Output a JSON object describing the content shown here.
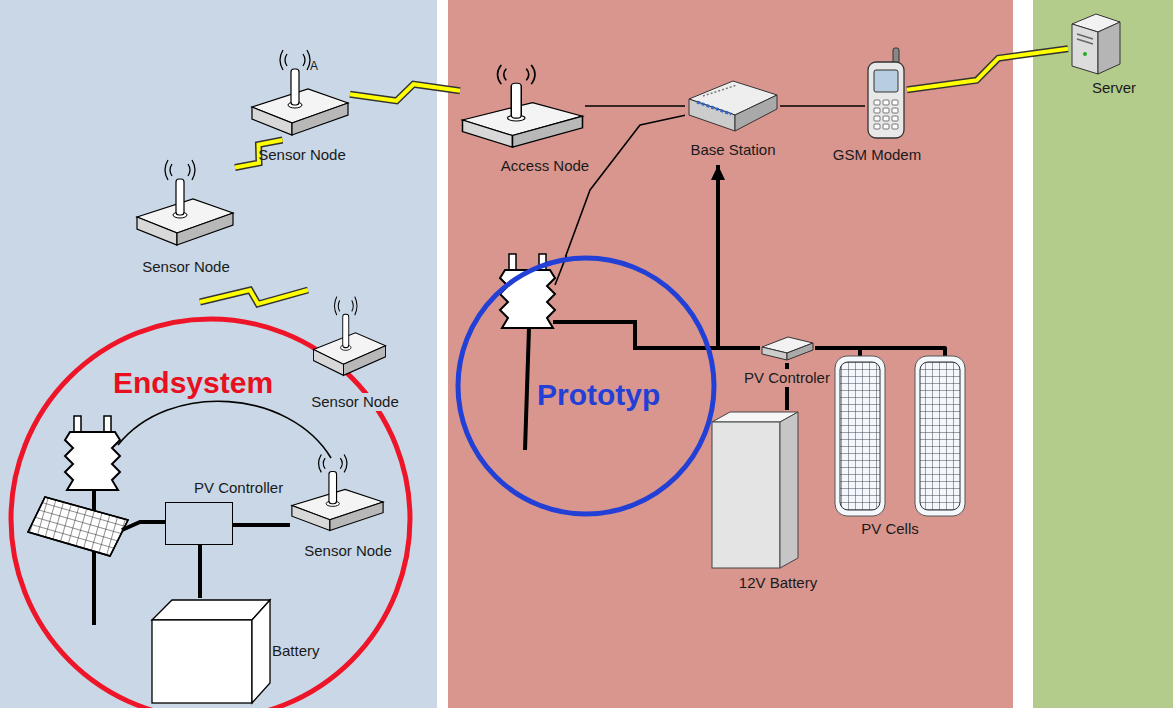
{
  "diagram": {
    "nodes": [
      {
        "text": [
          "A",
          "Sensor Node"
        ]
      },
      {
        "text": [
          "Sensor Node"
        ]
      },
      {
        "text": [
          "Sensor Node"
        ]
      },
      {
        "text": [
          "Endsystem"
        ]
      },
      {
        "text": [
          "PV Controller"
        ],
        "in": 3
      },
      {
        "text": [
          "Sensor Node"
        ],
        "in": 3
      },
      {
        "text": [
          "Battery"
        ],
        "in": 3
      },
      {
        "text": [
          "Access Node"
        ]
      },
      {
        "text": [
          "Base Station"
        ]
      },
      {
        "text": [
          "GSM Modem"
        ]
      },
      {
        "text": [
          "Server"
        ]
      },
      {
        "text": [
          "Prototyp"
        ]
      },
      {
        "text": [
          "PV Controler"
        ]
      },
      {
        "text": [
          "12V Battery"
        ]
      },
      {
        "text": [
          "PV Cells"
        ]
      }
    ],
    "edges": [
      {
        "from": 1,
        "to": 0,
        "arrow": "none"
      },
      {
        "from": 0,
        "to": 7,
        "arrow": "none"
      },
      {
        "from": 7,
        "to": 8,
        "arrow": "none"
      },
      {
        "from": 8,
        "to": 9,
        "arrow": "none"
      },
      {
        "from": 9,
        "to": 10,
        "arrow": "none"
      },
      {
        "from": 11,
        "to": 8,
        "arrow": "none"
      },
      {
        "from": 11,
        "to": 12,
        "arrow": "none"
      },
      {
        "from": 12,
        "to": 8,
        "arrow": "to"
      },
      {
        "from": 12,
        "to": 13,
        "arrow": "none"
      },
      {
        "from": 12,
        "to": 14,
        "arrow": "none"
      },
      {
        "from": 4,
        "to": 5,
        "arrow": "none"
      },
      {
        "from": 4,
        "to": 6,
        "arrow": "none"
      }
    ]
  }
}
